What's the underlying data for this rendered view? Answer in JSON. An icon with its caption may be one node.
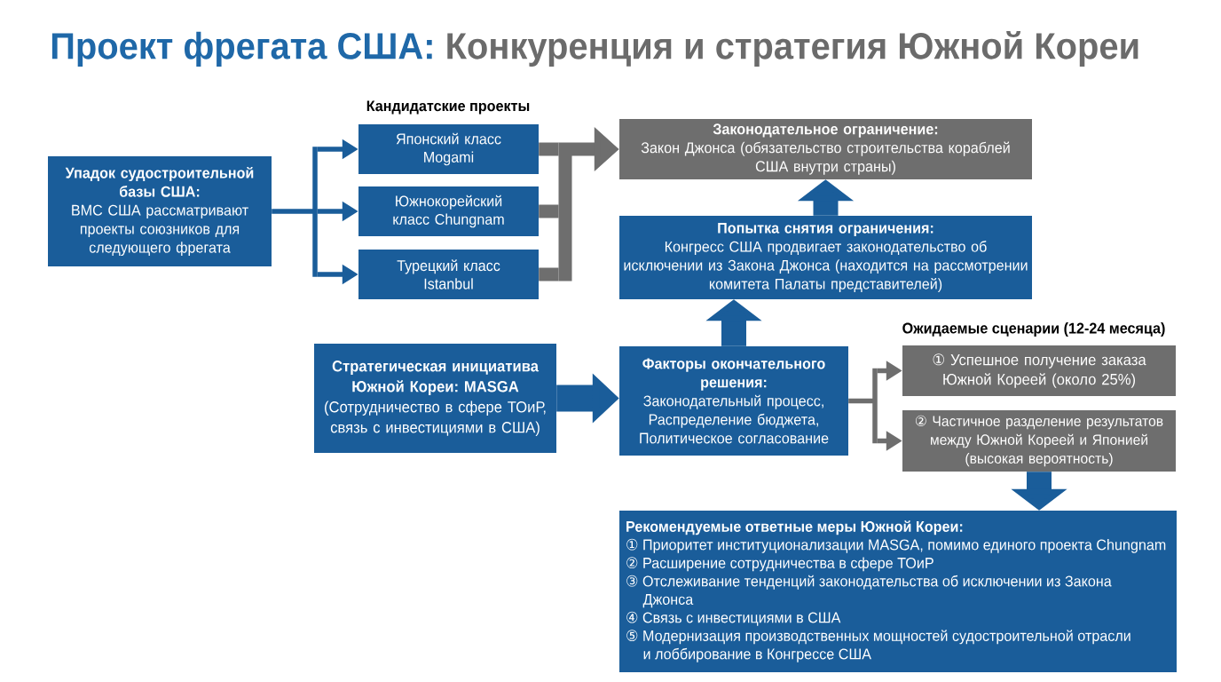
{
  "diagram": {
    "title": "Проект фрегата США: Конкуренция и стратегия Южной Кореи",
    "nodes": [
      {
        "text": [
          "Упадок судостроительной базы США:",
          "ВМС США рассматривают проекты союзников для следующего фрегата"
        ]
      },
      {
        "text": [
          "Японский класс Mogami"
        ]
      },
      {
        "text": [
          "Южнокорейский класс Chungnam"
        ]
      },
      {
        "text": [
          "Турецкий класс Istanbul"
        ]
      },
      {
        "text": [
          "Законодательное ограничение:",
          "Закон Джонса (обязательство строительства кораблей США внутри страны)"
        ]
      },
      {
        "text": [
          "Попытка снятия ограничения:",
          "Конгресс США продвигает законодательство об исключении из Закона Джонса (находится на рассмотрении комитета Палаты представителей)"
        ]
      },
      {
        "text": [
          "Стратегическая инициатива Южной Кореи: MASGA",
          "(Сотрудничество в сфере ТОиР, связь с инвестициями в США)"
        ]
      },
      {
        "text": [
          "Факторы окончательного решения:",
          "Законодательный процесс, Распределение бюджета, Политическое согласование"
        ]
      },
      {
        "text": [
          "① Успешное получение заказа Южной Кореей (около 25%)"
        ]
      },
      {
        "text": [
          "② Частичное разделение результатов между Южной Кореей и Японией (высокая вероятность)"
        ]
      },
      {
        "text": [
          "Рекомендуемые ответные меры Южной Кореи:",
          "① Приоритет институционализации MASGA, помимо единого проекта Chungnam",
          "② Расширение сотрудничества в сфере ТОиР",
          "③ Отслеживание тенденций законодательства об исключении из Закона Джонса",
          "④ Связь с инвестициями в США",
          "⑤ Модернизация производственных мощностей судостроительной отрасли и лоббирование в Конгрессе США"
        ]
      }
    ],
    "edges": [
      {
        "from": 0,
        "to": 1,
        "arrow": "to"
      },
      {
        "from": 0,
        "to": 2,
        "arrow": "to"
      },
      {
        "from": 0,
        "to": 3,
        "arrow": "to"
      },
      {
        "from": 1,
        "to": 4,
        "arrow": "to",
        "color": "#6e6e6e"
      },
      {
        "from": 2,
        "to": 4,
        "arrow": "to",
        "color": "#6e6e6e"
      },
      {
        "from": 3,
        "to": 4,
        "arrow": "to",
        "color": "#6e6e6e"
      },
      {
        "from": 5,
        "to": 4,
        "arrow": "to",
        "style": "thick"
      },
      {
        "from": 7,
        "to": 5,
        "arrow": "to",
        "style": "thick"
      },
      {
        "from": 6,
        "to": 7,
        "arrow": "to",
        "style": "thick"
      },
      {
        "from": 7,
        "to": 8,
        "arrow": "to",
        "color": "#6e6e6e"
      },
      {
        "from": 7,
        "to": 9,
        "arrow": "to",
        "color": "#6e6e6e"
      },
      {
        "from": 9,
        "to": 10,
        "arrow": "to",
        "style": "thick"
      }
    ],
    "labels": [
      "Кандидатские проекты",
      "Ожидаемые сценарии (12-24 месяца)"
    ]
  }
}
